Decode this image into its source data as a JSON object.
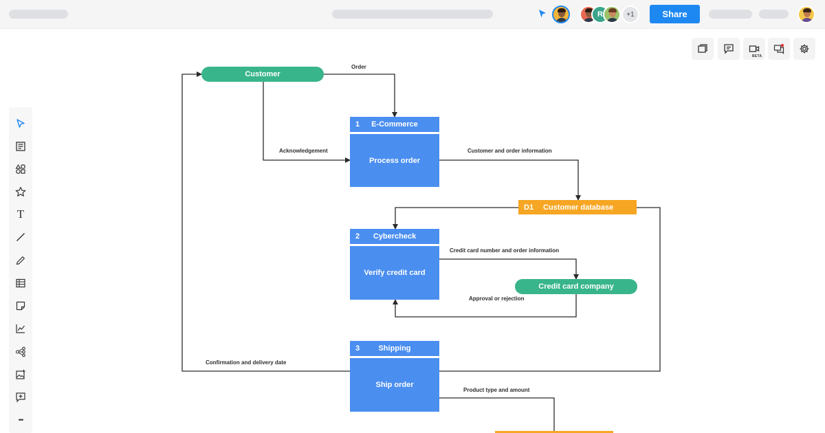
{
  "topbar": {
    "share_label": "Share",
    "collaborator_initial": "R",
    "extra_collaborators": "+1"
  },
  "left_toolbar": {
    "tools": [
      "select-tool",
      "page-tool",
      "shapes-tool",
      "star-tool",
      "text-tool",
      "line-tool",
      "pen-tool",
      "table-tool",
      "sticky-note-tool",
      "chart-tool",
      "mind-map-tool",
      "image-tool",
      "add-frame-tool",
      "more-tool"
    ],
    "text_tool_glyph": "T",
    "more_glyph": "•••"
  },
  "right_toolbar": {
    "beta_label": "BETA"
  },
  "colors": {
    "accent": "#1e88f2",
    "process": "#4a8ef0",
    "terminator": "#39b58b",
    "datastore": "#f6a623"
  },
  "diagram": {
    "entities": {
      "customer": "Customer",
      "credit_company": "Credit card company"
    },
    "processes": [
      {
        "number": "1",
        "name": "E-Commerce",
        "action": "Process order"
      },
      {
        "number": "2",
        "name": "Cybercheck",
        "action": "Verify credit card"
      },
      {
        "number": "3",
        "name": "Shipping",
        "action": "Ship order"
      }
    ],
    "datastore": {
      "id": "D1",
      "name": "Customer database"
    },
    "flows": {
      "order": "Order",
      "acknowledgement": "Acknowledgement",
      "customer_order_info": "Customer and order information",
      "credit_card_info": "Credit card number and order information",
      "approval": "Approval or rejection",
      "confirmation": "Confirmation and delivery date",
      "product_type": "Product type and amount"
    }
  }
}
